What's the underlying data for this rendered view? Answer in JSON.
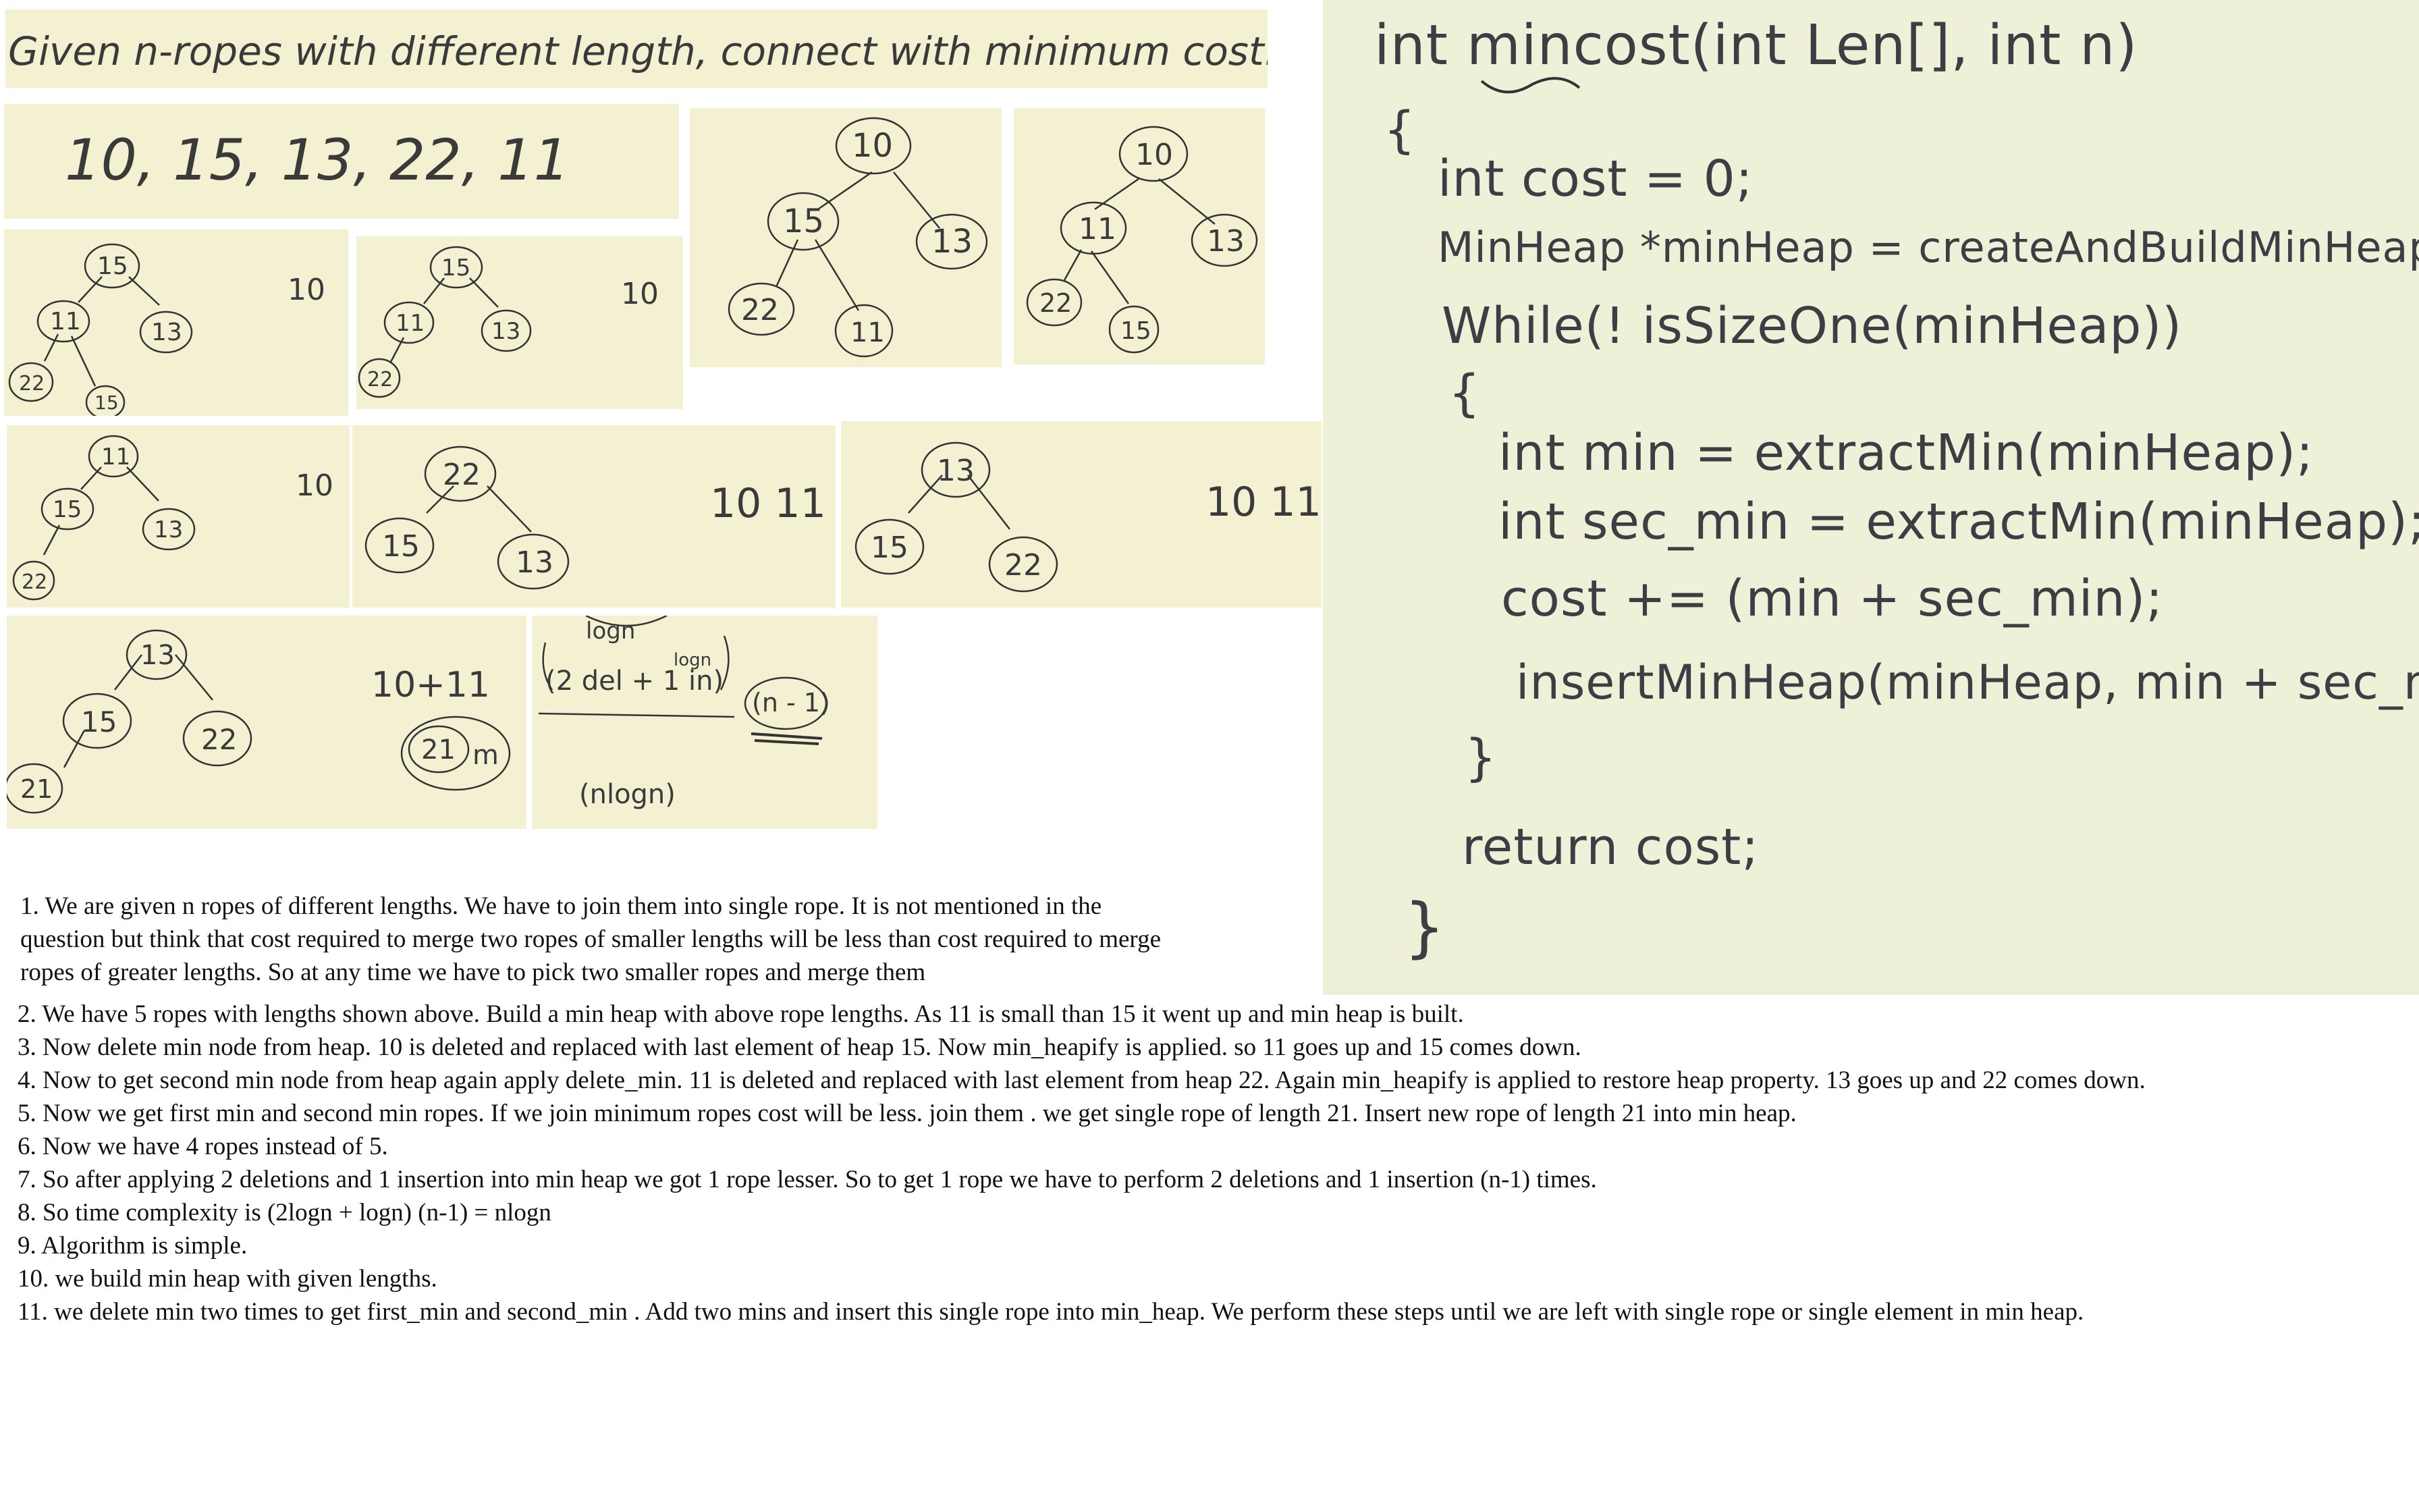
{
  "title_panel": {
    "text": "Given  n-ropes  with  different length, connect with minimum  cost."
  },
  "values_panel": {
    "text": "10,  15,  13,  22,  11"
  },
  "trees": {
    "t1": {
      "nodes": [
        "10",
        "15",
        "13",
        "22",
        "11"
      ]
    },
    "t2": {
      "nodes": [
        "10",
        "11",
        "13",
        "22",
        "15"
      ]
    },
    "t3": {
      "nodes": [
        "15",
        "11",
        "13",
        "22",
        "15"
      ],
      "side": "10"
    },
    "t4": {
      "nodes": [
        "15",
        "11",
        "13",
        "22"
      ],
      "side": "10"
    },
    "t5": {
      "nodes": [
        "11",
        "15",
        "13",
        "22"
      ],
      "side": "10"
    },
    "t6": {
      "nodes": [
        "22",
        "15",
        "13"
      ],
      "side": "10  11"
    },
    "t7": {
      "nodes": [
        "13",
        "15",
        "22"
      ],
      "side": "10  11"
    },
    "t8": {
      "nodes": [
        "13",
        "15",
        "22",
        "21"
      ],
      "side": "10+11",
      "circled": "21",
      "m": "m"
    }
  },
  "complexity_panel": {
    "logn_a": "logn",
    "logn_b": "logn",
    "expr": "(2 del + 1 in)",
    "n_minus_1": "(n - 1)",
    "result": "(nlogn)"
  },
  "code": {
    "lines": [
      "int  mincost(int Len[], int n)",
      "{",
      "int  cost = 0;",
      "MinHeap  *minHeap = createAndBuildMinHeap(len, n);",
      "While(! isSizeOne(minHeap))",
      "{",
      "int  min = extractMin(minHeap);",
      "int  sec_min = extractMin(minHeap);",
      "cost  += (min + sec_min);",
      "insertMinHeap(minHeap, min + sec_min);",
      "}",
      "return  cost;",
      "}"
    ]
  },
  "notes": [
    "1. We are given n ropes of different lengths. We have to join them into single rope. It is not mentioned in the",
    "question but think that cost required to merge two ropes of smaller lengths will be less than cost required to merge",
    "ropes of greater lengths. So at any time we have to pick two smaller ropes and merge them",
    "2. We have 5 ropes with lengths shown above. Build a min heap with above rope lengths. As 11 is small than 15 it went up and min heap is built.",
    "3. Now delete min node from heap. 10 is deleted and replaced with last element of heap 15. Now min_heapify is applied. so 11 goes up and 15 comes down.",
    "4. Now to get second min node from heap again apply delete_min. 11 is deleted and replaced with last element from heap 22. Again min_heapify is applied to restore heap property. 13 goes up and 22 comes down.",
    "5. Now we get first min and second min ropes. If we join minimum ropes cost will be less. join them . we get single rope of length 21. Insert new rope of length 21 into min heap.",
    "6. Now we have 4 ropes instead of 5.",
    "7. So after applying 2 deletions and 1 insertion into min heap we got 1 rope lesser. So to get 1 rope we have to perform 2 deletions and 1 insertion (n-1) times.",
    "8. So time complexity is (2logn + logn) (n-1) = nlogn",
    "9. Algorithm is simple.",
    "10. we build min heap with given lengths.",
    "11. we delete min two times to get first_min and second_min . Add two mins and insert this single rope into min_heap. We perform these steps until we are left with single rope or single element in min heap."
  ]
}
